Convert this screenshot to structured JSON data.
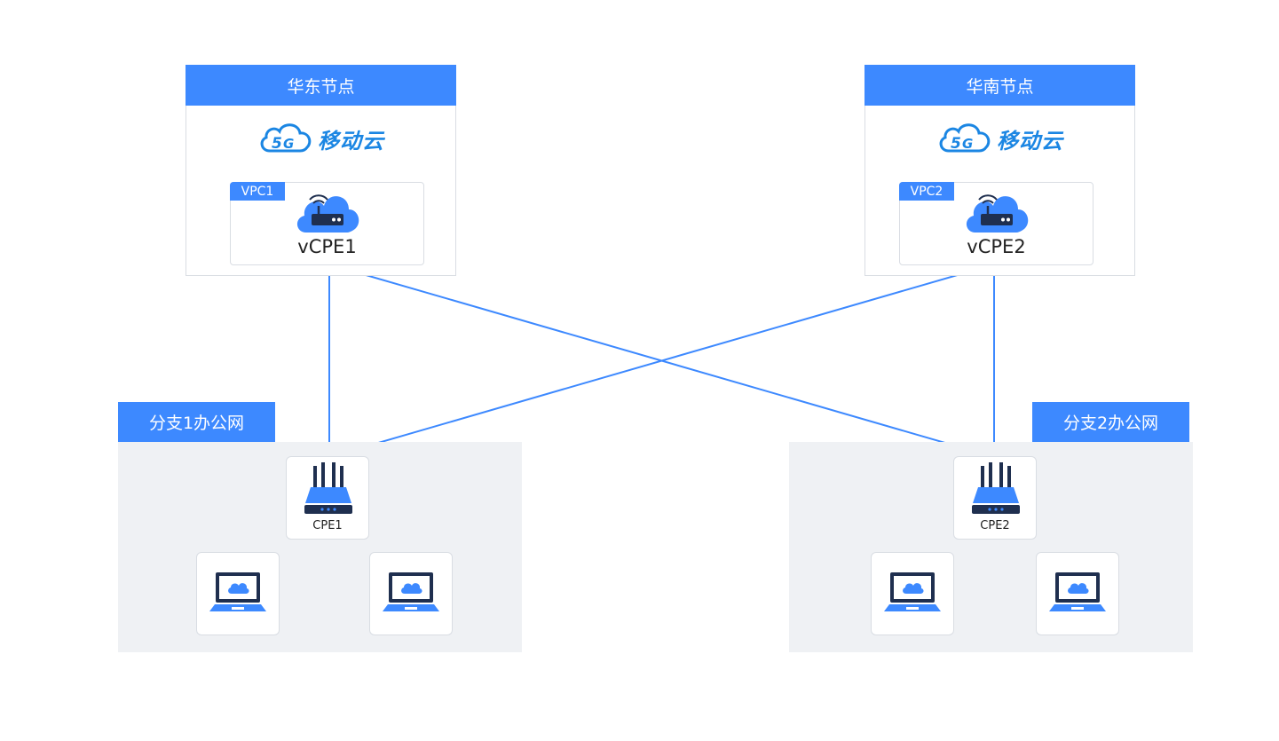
{
  "nodes": [
    {
      "title": "华东节点",
      "brand": "移动云",
      "vpc": "VPC1",
      "vcpe": "vCPE1"
    },
    {
      "title": "华南节点",
      "brand": "移动云",
      "vpc": "VPC2",
      "vcpe": "vCPE2"
    }
  ],
  "branches": [
    {
      "title": "分支1办公网",
      "cpe": "CPE1"
    },
    {
      "title": "分支2办公网",
      "cpe": "CPE2"
    }
  ],
  "colors": {
    "accent": "#3d89ff",
    "link": "#3d89ff",
    "branch_bg": "#eff1f4",
    "icon_dark": "#1f2f4f"
  }
}
